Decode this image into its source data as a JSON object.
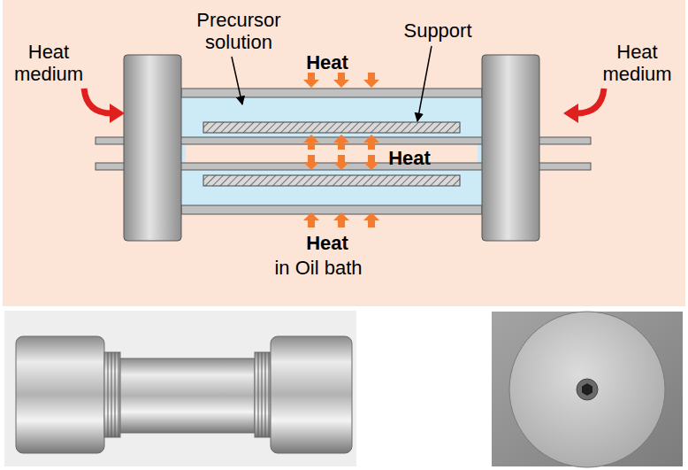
{
  "diagram": {
    "labels": [
      "Precursor solution",
      "Heat",
      "Support",
      "Heat medium",
      "Heat medium",
      "Heat",
      "Heat",
      "in Oil bath"
    ]
  }
}
